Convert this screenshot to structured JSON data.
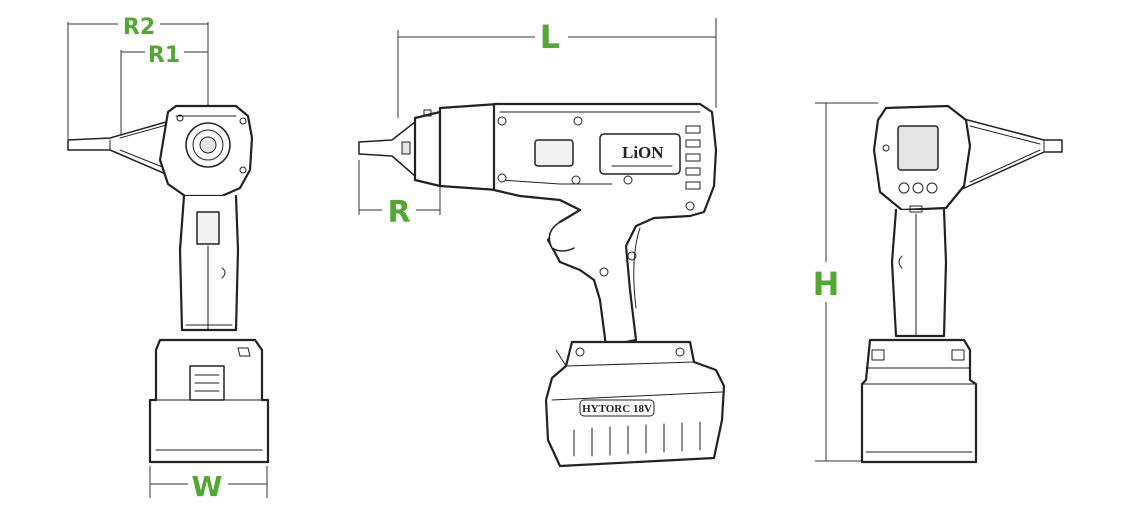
{
  "labels": {
    "r2": "R2",
    "r1": "R1",
    "l": "L",
    "r": "R",
    "h": "H",
    "w": "W"
  },
  "brand": {
    "logo_text": "LiON",
    "battery_text": "HYTORC 18V"
  },
  "colors": {
    "dimension_label": "#52a832",
    "line_art": "#222222",
    "background": "#ffffff"
  }
}
